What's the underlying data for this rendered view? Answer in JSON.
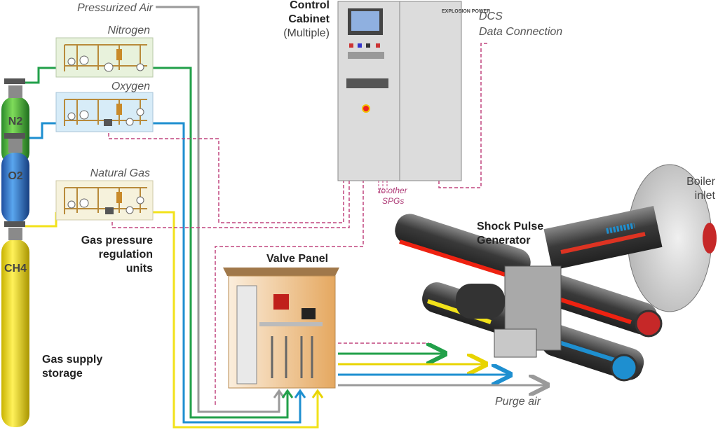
{
  "labels": {
    "pressurized_air": "Pressurized Air",
    "nitrogen": "Nitrogen",
    "oxygen": "Oxygen",
    "natural_gas": "Natural Gas",
    "control_cabinet_1": "Control",
    "control_cabinet_2": "Cabinet",
    "control_cabinet_3": "(Multiple)",
    "dcs_1": "DCS",
    "dcs_2": "Data Connection",
    "to_other_1": "to other",
    "to_other_2": "SPGs",
    "boiler_1": "Boiler",
    "boiler_2": "inlet",
    "spg_1": "Shock Pulse",
    "spg_2": "Generator",
    "valve_panel": "Valve Panel",
    "regulation_1": "Gas pressure",
    "regulation_2": "regulation",
    "regulation_3": "units",
    "storage_1": "Gas supply",
    "storage_2": "storage",
    "purge_air": "Purge air",
    "cyl_n2": "N2",
    "cyl_o2": "O2",
    "cyl_ch4": "CH4",
    "logo_text": "EXPLOSION POWER"
  },
  "colors": {
    "nitrogen": "#22a04a",
    "oxygen": "#1e8fd0",
    "natural_gas": "#f2e21a",
    "air": "#9a9a9a",
    "signal": "#c0457f"
  }
}
